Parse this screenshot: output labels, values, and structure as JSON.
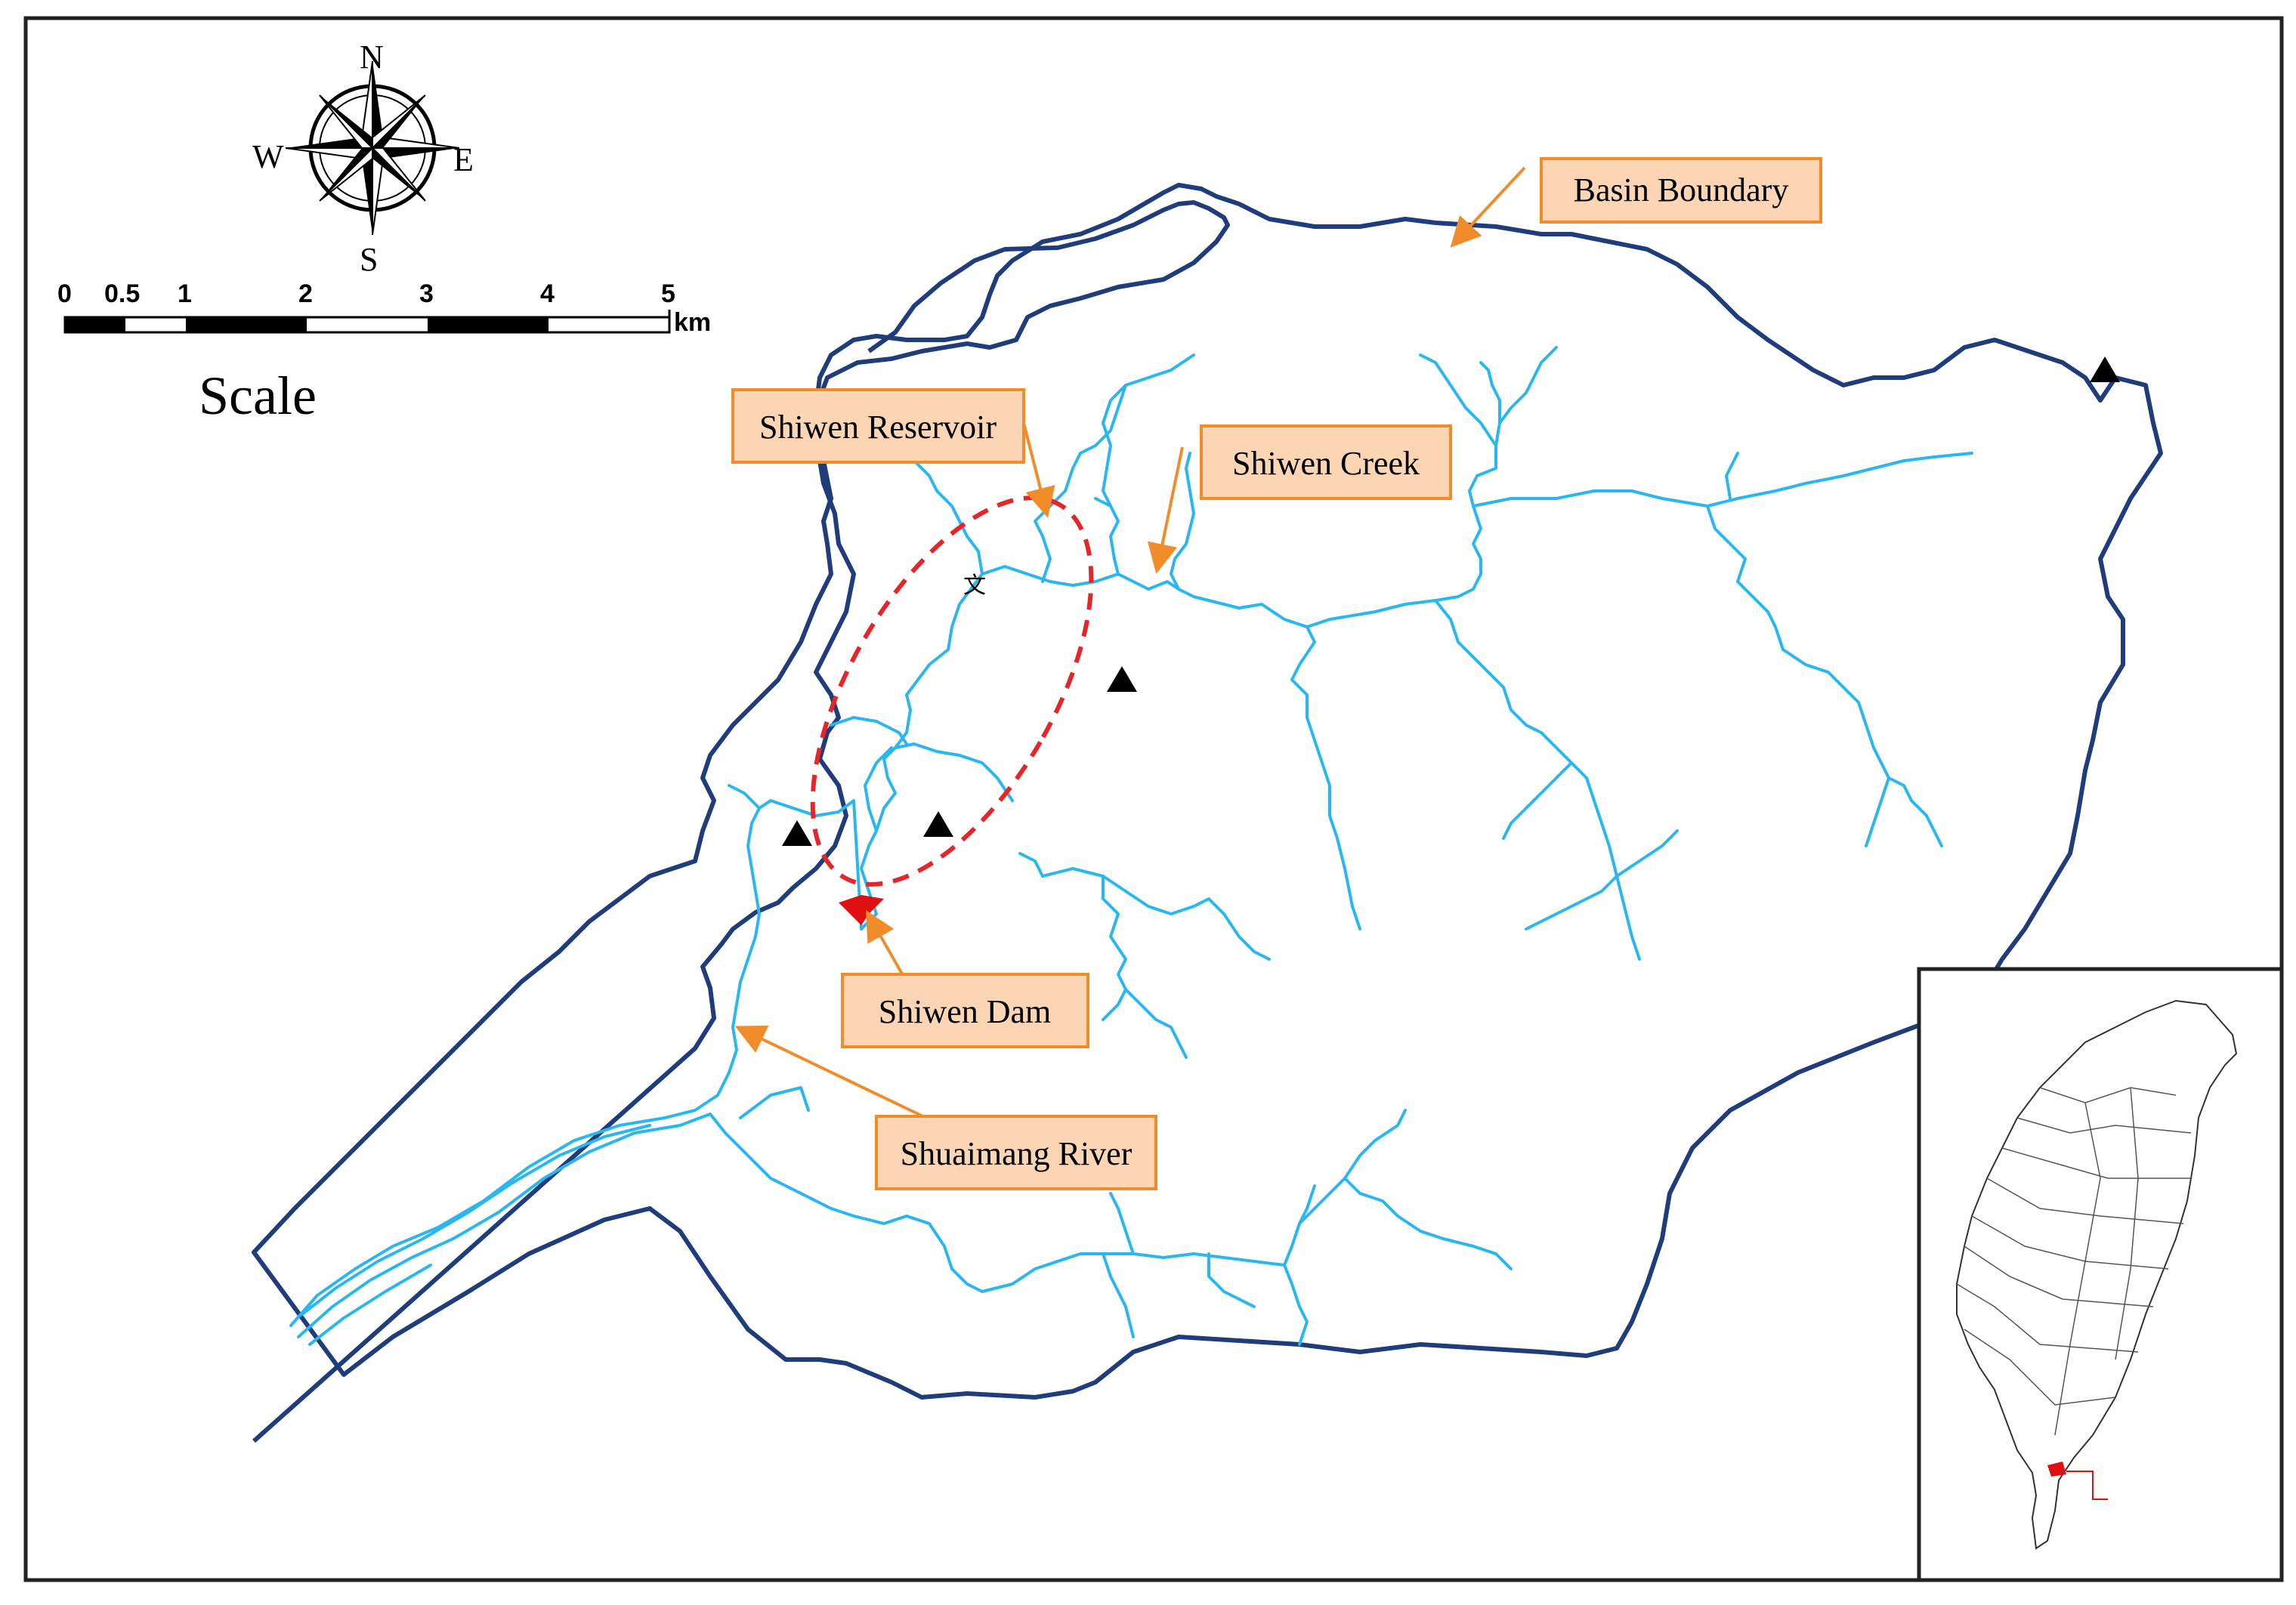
{
  "compass": {
    "north": "N",
    "south": "S",
    "east": "E",
    "west": "W"
  },
  "scale_bar": {
    "ticks": [
      "0",
      "0.5",
      "1",
      "2",
      "3",
      "4",
      "5"
    ],
    "unit": "km",
    "title": "Scale"
  },
  "labels": {
    "basin_boundary": "Basin Boundary",
    "shiwen_reservoir": "Shiwen Reservoir",
    "shiwen_creek": "Shiwen Creek",
    "shiwen_dam": "Shiwen Dam",
    "shuaimang_river": "Shuaimang River",
    "map_char": "文"
  },
  "colors": {
    "boundary": "#1f3d7a",
    "river": "#2ab6ef",
    "reservoir_outline": "#e4262b",
    "dam": "#e01010",
    "callout_fill": "#fcd5b4",
    "callout_border": "#f08c2a",
    "arrow": "#f08c2a",
    "frame": "#222222"
  },
  "icons": {
    "compass": "compass-rose-icon",
    "station": "triangle-station-icon",
    "inset": "taiwan-inset-map"
  }
}
